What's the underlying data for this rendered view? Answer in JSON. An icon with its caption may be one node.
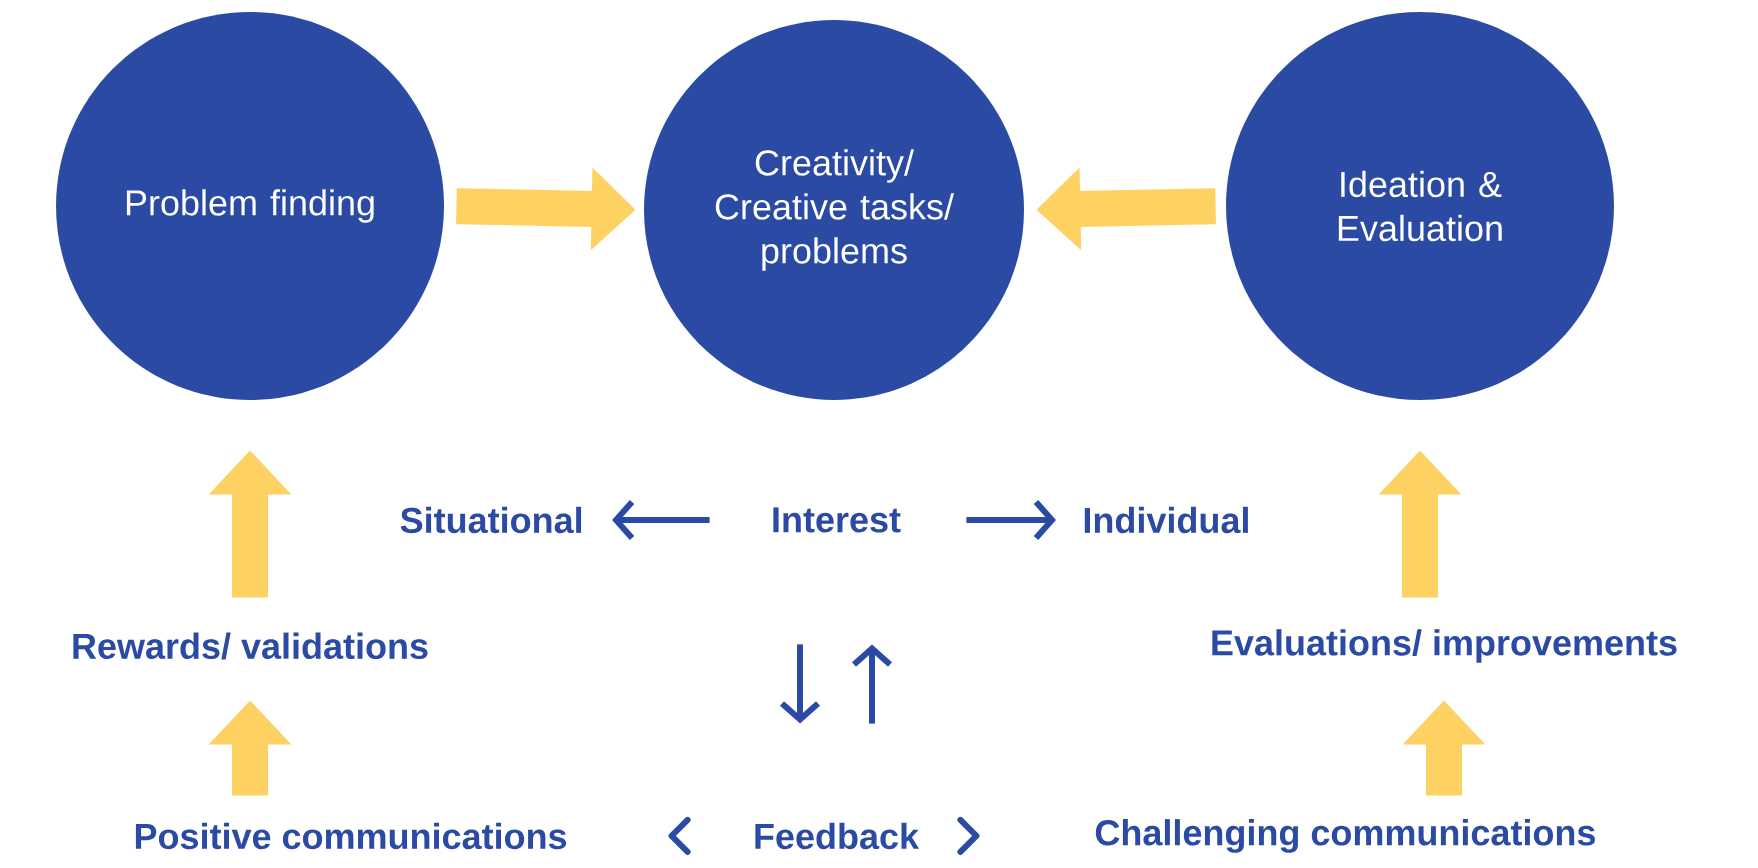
{
  "diagram": {
    "nodes": [
      {
        "text": [
          "Problem finding"
        ]
      },
      {
        "text": [
          "Creativity/ Creative tasks/ problems"
        ]
      },
      {
        "text": [
          "Ideation & Evaluation"
        ]
      },
      {
        "text": [
          "Situational"
        ]
      },
      {
        "text": [
          "Interest"
        ]
      },
      {
        "text": [
          "Individual"
        ]
      },
      {
        "text": [
          "Rewards/ validations"
        ]
      },
      {
        "text": [
          "Evaluations/ improvements"
        ]
      },
      {
        "text": [
          "Positive communications"
        ]
      },
      {
        "text": [
          "Feedback"
        ]
      },
      {
        "text": [
          "Challenging communications"
        ]
      }
    ],
    "edges": [
      {
        "from": 0,
        "to": 1,
        "arrow": "to"
      },
      {
        "from": 2,
        "to": 1,
        "arrow": "to"
      },
      {
        "from": 4,
        "to": 3,
        "arrow": "to",
        "color": "#2a4aa3"
      },
      {
        "from": 4,
        "to": 5,
        "arrow": "to",
        "color": "#2a4aa3"
      },
      {
        "from": 4,
        "to": 9,
        "arrow": "to",
        "color": "#2a4aa3"
      },
      {
        "from": 9,
        "to": 4,
        "arrow": "to",
        "color": "#2a4aa3"
      },
      {
        "from": 6,
        "to": 0,
        "arrow": "to"
      },
      {
        "from": 8,
        "to": 6,
        "arrow": "to"
      },
      {
        "from": 10,
        "to": 7,
        "arrow": "to"
      },
      {
        "from": 7,
        "to": 2,
        "arrow": "to"
      }
    ]
  }
}
